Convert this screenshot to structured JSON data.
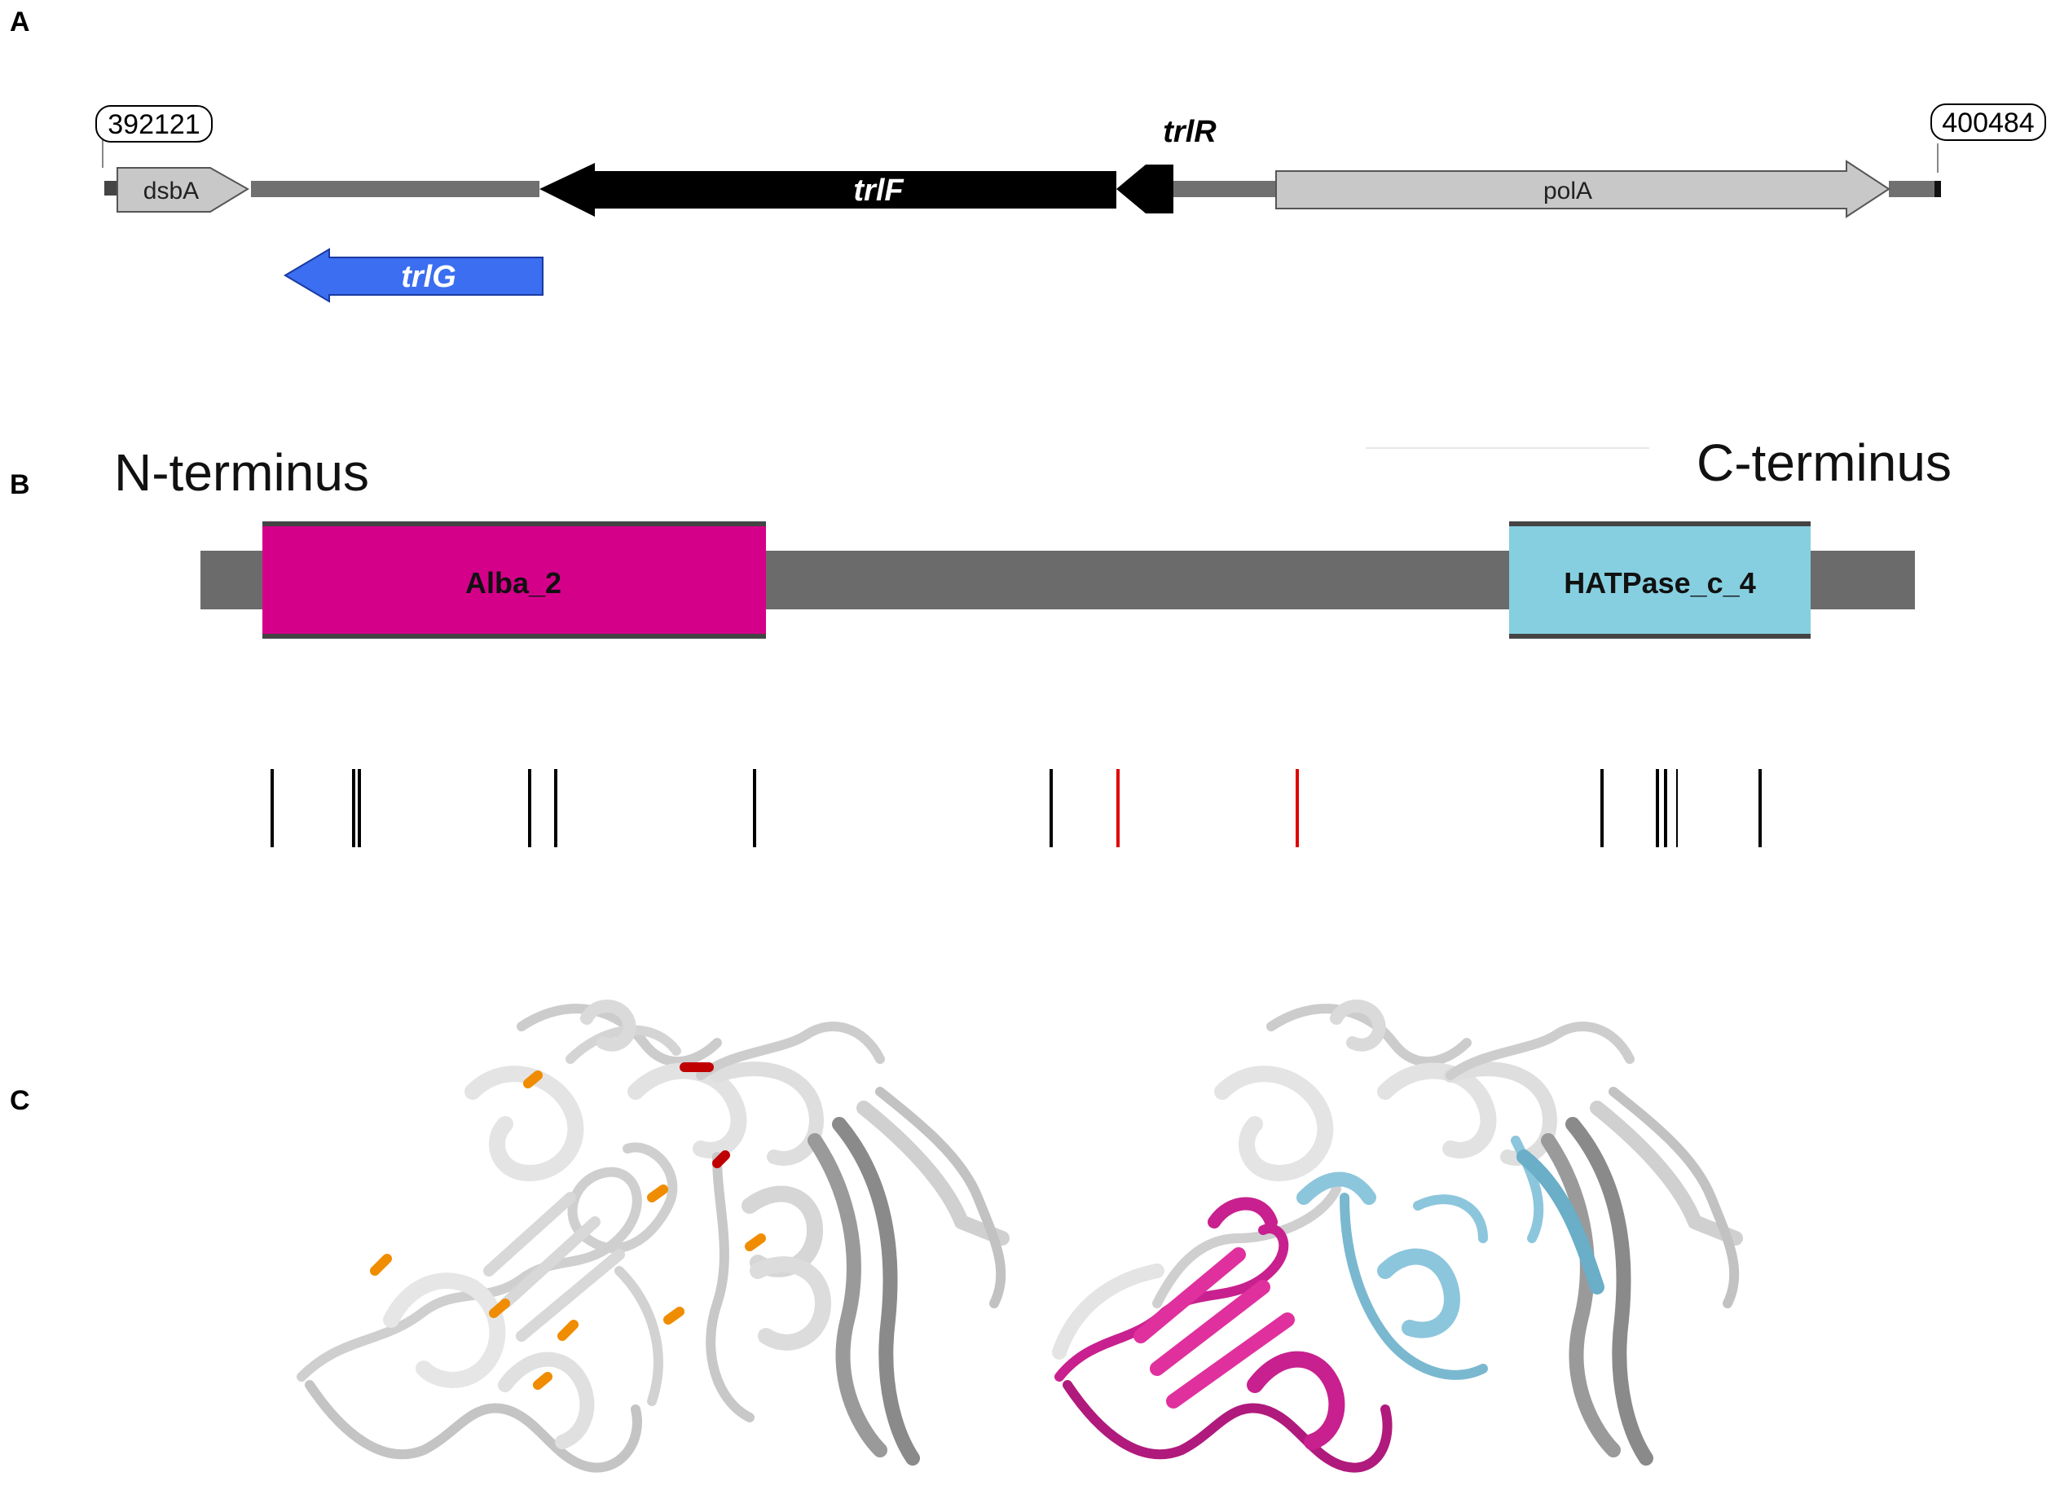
{
  "panels": {
    "a": "A",
    "b": "B",
    "c": "C"
  },
  "genome": {
    "start_coord": "392121",
    "end_coord": "400484",
    "genes": {
      "dsbA": "dsbA",
      "trlF": "trlF",
      "trlR": "trlR",
      "polA": "polA",
      "trlG": "trlG"
    },
    "colors": {
      "backbone": "#707070",
      "flank_gene": "#c8c8c8",
      "trl_gene": "#000000",
      "trlG": "#3b6ef0"
    }
  },
  "domains": {
    "n_terminus": "N-terminus",
    "c_terminus": "C-terminus",
    "alba": "Alba_2",
    "hatpase": "HATPase_c_4",
    "colors": {
      "backbone": "#6b6b6b",
      "alba": "#d4008a",
      "hatpase": "#86cfe0"
    }
  },
  "variant_marks": {
    "colors": {
      "default": "#000000",
      "highlight": "#e00000"
    }
  },
  "structure_colors": {
    "ribbon": "#d9d9d9",
    "ribbon_dark": "#8a8a8a",
    "orange": "#f08c00",
    "red": "#c00000",
    "alba": "#c8208e",
    "hatpase": "#8cc6dc"
  }
}
